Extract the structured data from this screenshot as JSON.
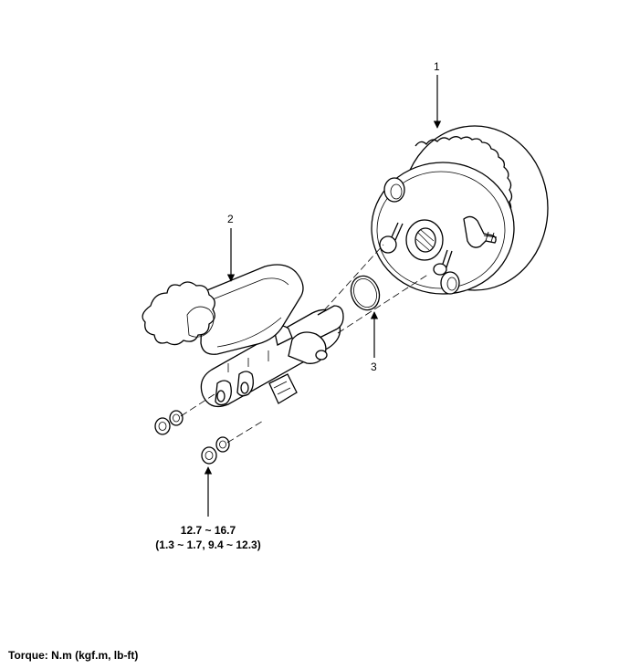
{
  "callouts": [
    {
      "id": "1"
    },
    {
      "id": "2"
    },
    {
      "id": "3"
    }
  ],
  "torque": {
    "value_nm": "12.7 ~ 16.7",
    "value_other": "(1.3 ~ 1.7, 9.4 ~ 12.3)"
  },
  "footer": {
    "units_note": "Torque: N.m (kgf.m, lb-ft)"
  }
}
